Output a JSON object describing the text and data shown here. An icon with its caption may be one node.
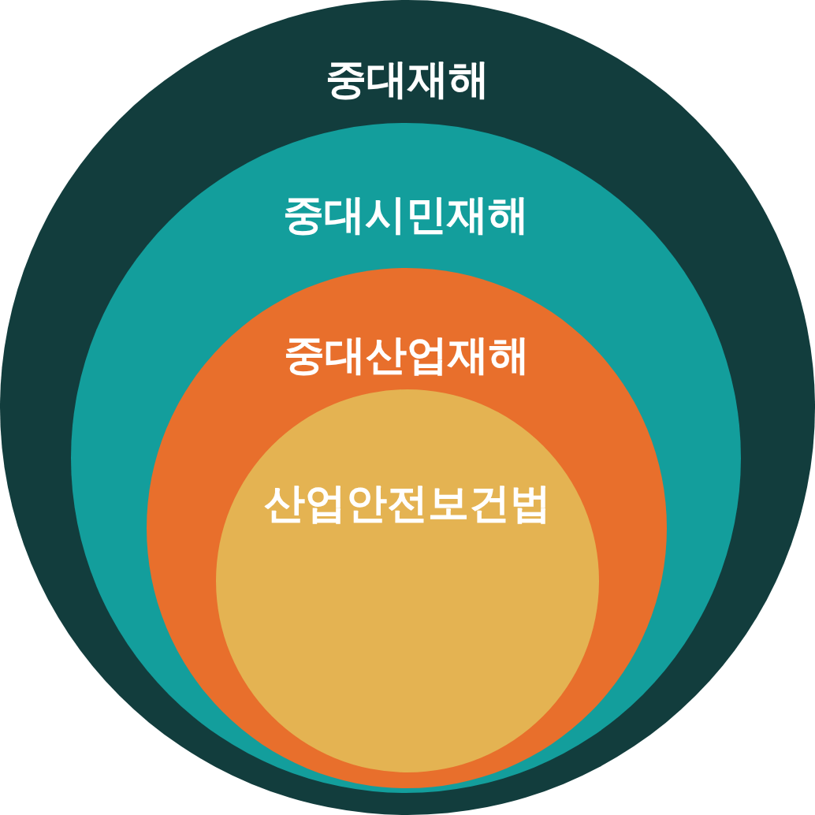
{
  "diagram": {
    "nodes": [
      {
        "text": [
          "중대재해"
        ]
      },
      {
        "text": [
          "중대시민재해"
        ],
        "in": 0
      },
      {
        "text": [
          "중대산업재해"
        ],
        "in": 1
      },
      {
        "text": [
          "산업안전보건법"
        ],
        "in": 2
      }
    ]
  }
}
